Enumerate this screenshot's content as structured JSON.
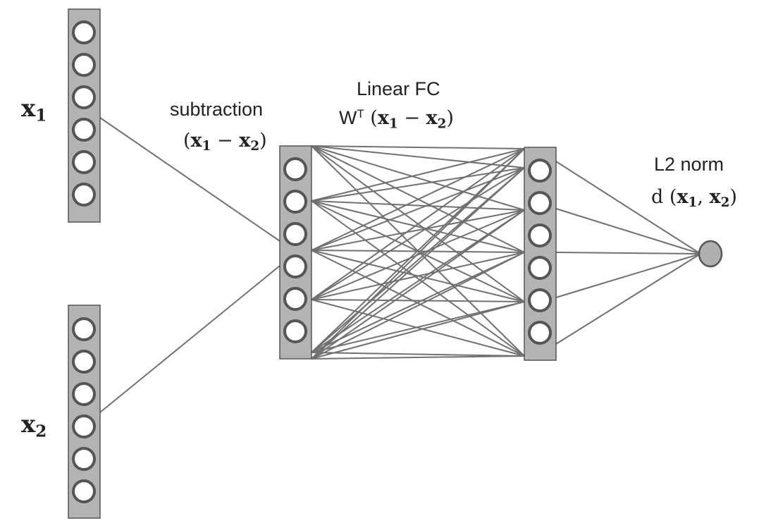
{
  "labels": {
    "x1": {
      "base": "x",
      "sub": "1"
    },
    "x2": {
      "base": "x",
      "sub": "2"
    },
    "subtraction": {
      "title": "subtraction",
      "expr": {
        "open": "(",
        "a": "x",
        "a_sub": "1",
        "op": " − ",
        "b": "x",
        "b_sub": "2",
        "close": ")"
      }
    },
    "linear_fc": {
      "title": "Linear FC",
      "expr": {
        "w": "W",
        "w_sup": "T",
        "open": " (",
        "a": "x",
        "a_sub": "1",
        "op": " − ",
        "b": "x",
        "b_sub": "2",
        "close": ")"
      }
    },
    "l2_norm": {
      "title": "L2 norm",
      "expr": {
        "d": "d",
        "open": " (",
        "a": "x",
        "a_sub": "1",
        "comma": ", ",
        "b": "x",
        "b_sub": "2",
        "close": ")"
      }
    }
  },
  "layers": [
    {
      "name": "x1-input",
      "units": 6
    },
    {
      "name": "x2-input",
      "units": 6
    },
    {
      "name": "subtraction",
      "units": 6
    },
    {
      "name": "linear-fc",
      "units": 6
    },
    {
      "name": "l2-output",
      "units": 1
    }
  ],
  "colors": {
    "column_fill": "#b3b3b3",
    "column_stroke": "#555555",
    "node_fill": "#ffffff",
    "node_stroke": "#555555",
    "edge": "#707070",
    "output_fill": "#b0b0b0"
  }
}
